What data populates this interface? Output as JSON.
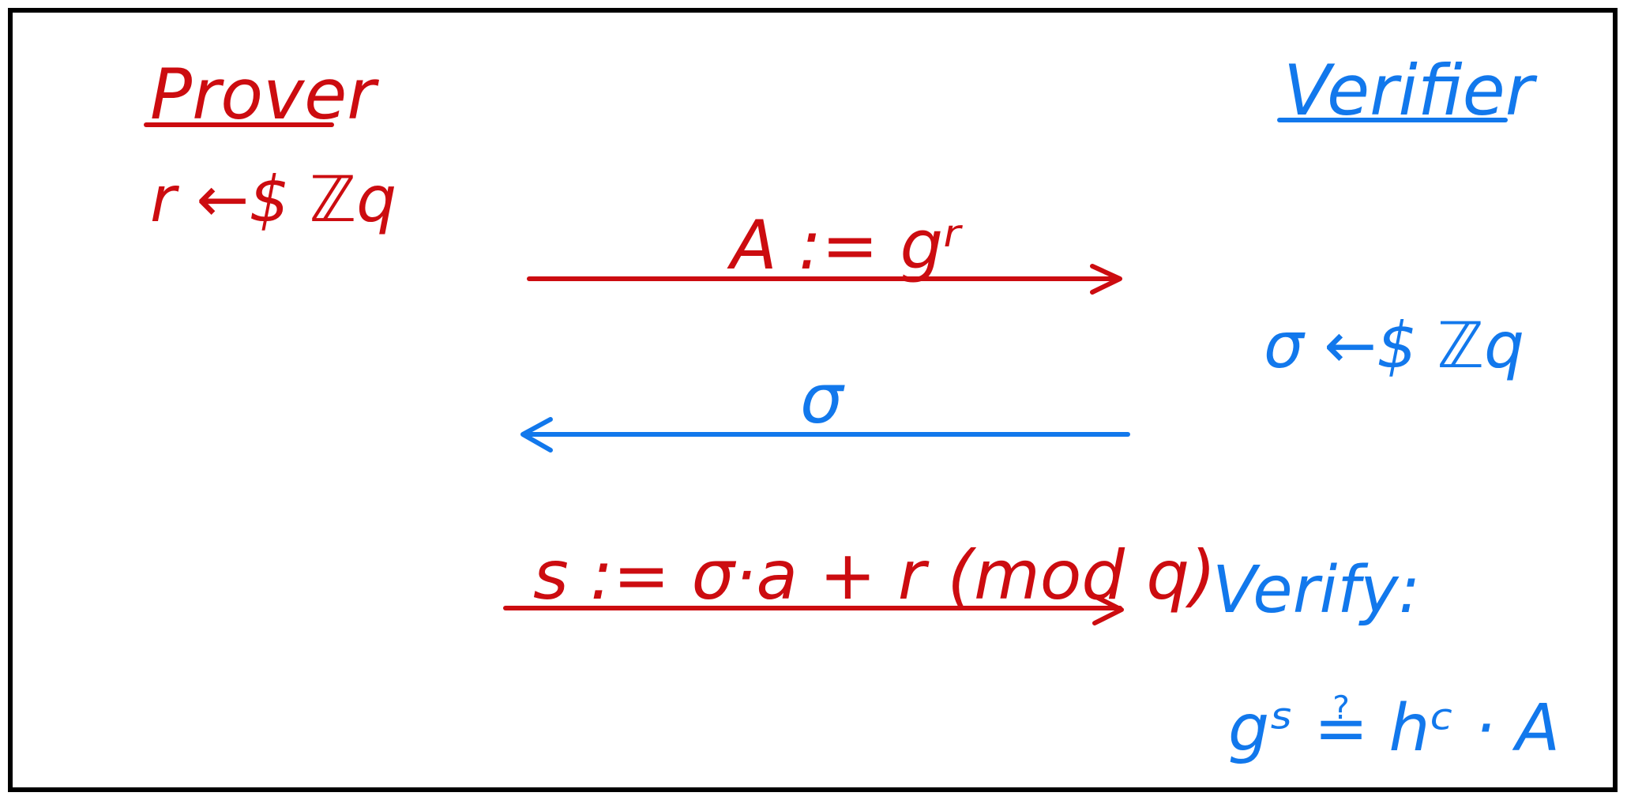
{
  "colors": {
    "prover": "#cc0c10",
    "verifier": "#1278ec",
    "border": "#000000"
  },
  "prover": {
    "title": "Prover",
    "sample": "r ←$ ℤq"
  },
  "verifier": {
    "title": "Verifier",
    "sample": "σ ←$ ℤq",
    "verify_label": "Verify:",
    "verify_eq": "gˢ ≟ hᶜ · A"
  },
  "messages": {
    "commit": "A := gʳ",
    "challenge": "σ",
    "response": "s := σ·a + r (mod q)"
  }
}
